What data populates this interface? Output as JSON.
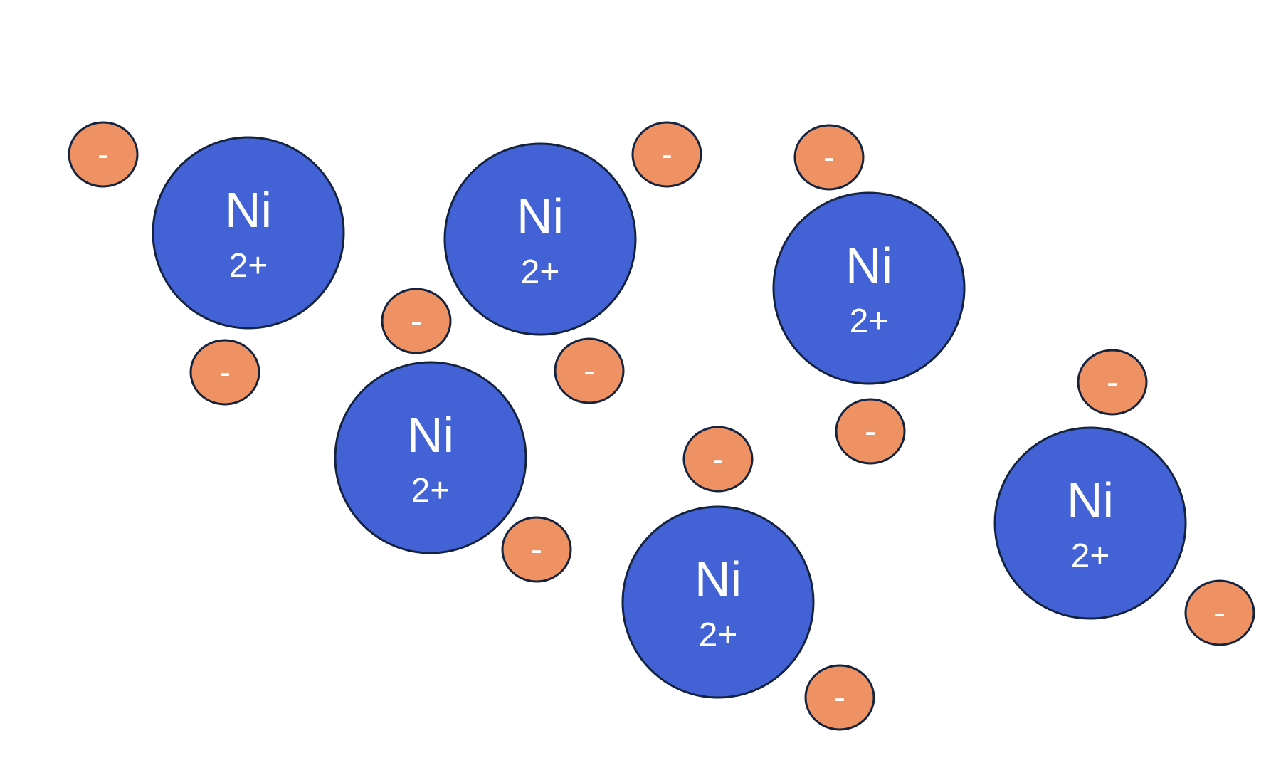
{
  "colors": {
    "ion_fill": "#4262D6",
    "electron_fill": "#EE9264",
    "outline": "#14233F",
    "label": "#FFFFFF",
    "background": "#FFFFFF"
  },
  "ions": [
    {
      "symbol": "Ni",
      "charge": "2+"
    },
    {
      "symbol": "Ni",
      "charge": "2+"
    },
    {
      "symbol": "Ni",
      "charge": "2+"
    },
    {
      "symbol": "Ni",
      "charge": "2+"
    },
    {
      "symbol": "Ni",
      "charge": "2+"
    },
    {
      "symbol": "Ni",
      "charge": "2+"
    }
  ],
  "electrons": [
    {
      "sign": "-"
    },
    {
      "sign": "-"
    },
    {
      "sign": "-"
    },
    {
      "sign": "-"
    },
    {
      "sign": "-"
    },
    {
      "sign": "-"
    },
    {
      "sign": "-"
    },
    {
      "sign": "-"
    },
    {
      "sign": "-"
    },
    {
      "sign": "-"
    },
    {
      "sign": "-"
    },
    {
      "sign": "-"
    }
  ]
}
